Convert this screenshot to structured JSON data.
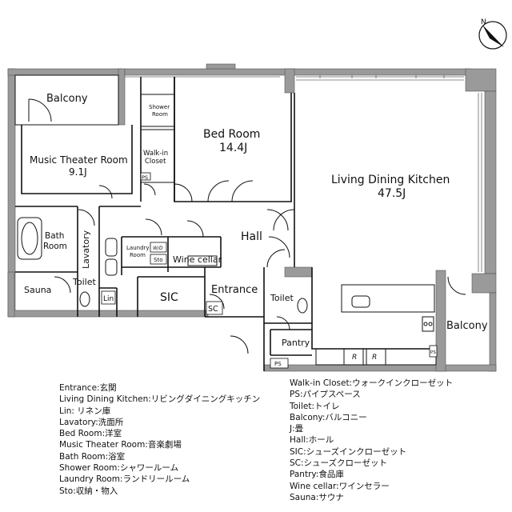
{
  "compass": {
    "label": "N"
  },
  "rooms": {
    "balcony_nw": "Balcony",
    "music_theater_name": "Music Theater Room",
    "music_theater_size": "9.1J",
    "shower_room": "Shower Room",
    "walk_in_closet": "Walk-in Closet",
    "ps_upper": "PS",
    "bed_room_name": "Bed Room",
    "bed_room_size": "14.4J",
    "ldk_name": "Living Dining Kitchen",
    "ldk_size": "47.5J",
    "bath_room": "Bath Room",
    "lavatory": "Lavatory",
    "laundry_room": "Laundry Room",
    "wd": "W/D",
    "sto": "Sto",
    "wine_cellar": "Wine cellar",
    "hall": "Hall",
    "sauna": "Sauna",
    "toilet_w": "Toilet",
    "lin": "Lin",
    "sic": "SIC",
    "entrance": "Entrance",
    "sc": "SC",
    "toilet_e": "Toilet",
    "pantry": "Pantry",
    "ps_lower": "PS",
    "ps_kitchen": "PS",
    "fridge_1": "R",
    "fridge_2": "R",
    "balcony_se": "Balcony"
  },
  "legend_left": [
    "Entrance:玄関",
    "Living Dining Kitchen:リビングダイニングキッチン",
    "Lin: リネン庫",
    "Lavatory:洗面所",
    "Bed Room:洋室",
    "Music Theater Room:音楽劇場",
    "Bath Room:浴室",
    "Shower Room:シャワールーム",
    "Laundry Room:ランドリールーム",
    "Sto:収納・物入"
  ],
  "legend_right": [
    "Walk-in Closet:ウォークインクローゼット",
    "PS:パイプスペース",
    "Toilet:トイレ",
    "Balcony:バルコニー",
    "J:畳",
    "Hall:ホール",
    "SIC:シューズインクローゼット",
    "SC:シューズクローゼット",
    "Pantry:食品庫",
    "Wine cellar:ワインセラー",
    "Sauna:サウナ"
  ]
}
